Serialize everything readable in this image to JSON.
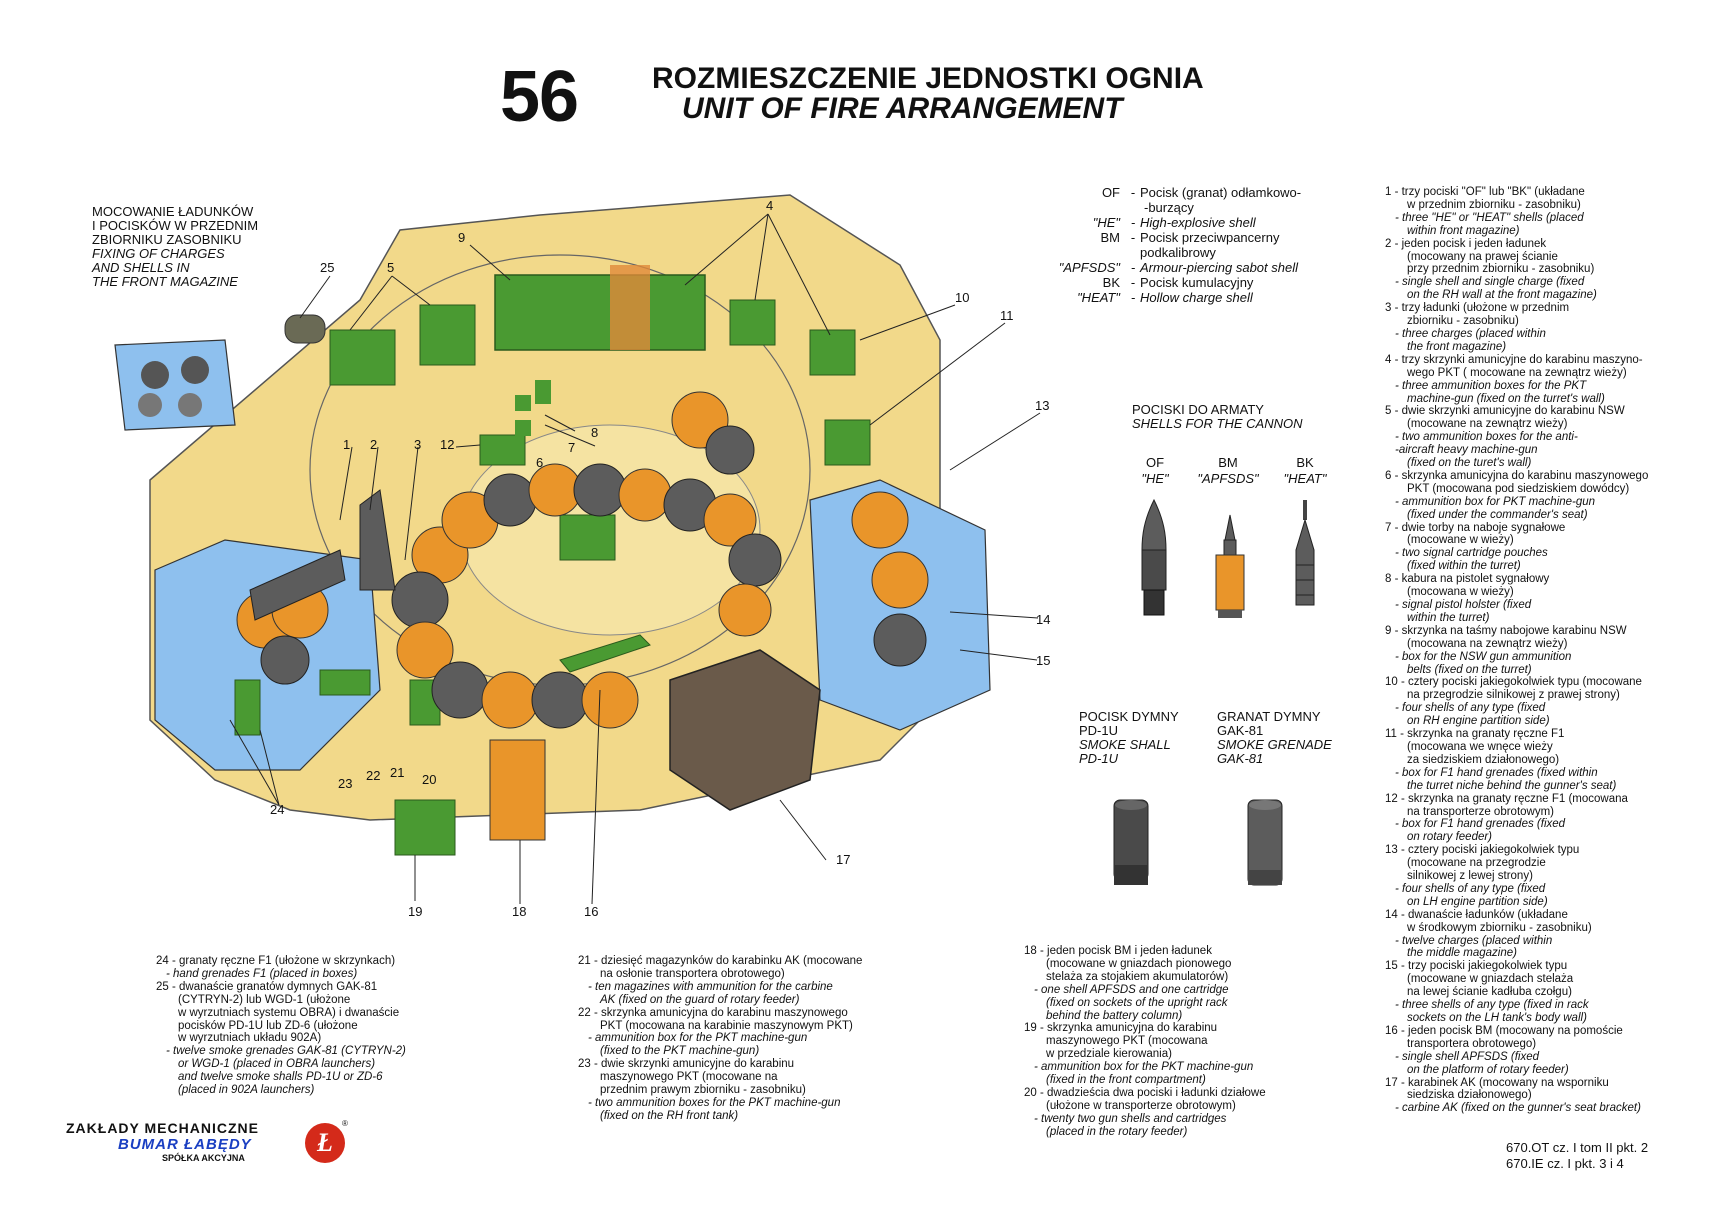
{
  "header": {
    "page_number": "56",
    "title_pl": "ROZMIESZCZENIE JEDNOSTKI OGNIA",
    "title_en": "UNIT OF FIRE ARRANGEMENT"
  },
  "front_magazine_caption": {
    "pl": [
      "MOCOWANIE ŁADUNKÓW",
      "I POCISKÓW W PRZEDNIM",
      "ZBIORNIKU ZASOBNIKU"
    ],
    "en": [
      "FIXING OF CHARGES",
      "AND SHELLS IN",
      "THE FRONT MAGAZINE"
    ]
  },
  "abbreviations": [
    {
      "key": "OF",
      "dash": "-",
      "text": [
        "Pocisk (granat) odłamkowo-",
        "-burzący"
      ],
      "italic": false
    },
    {
      "key": "\"HE\"",
      "dash": "-",
      "text": [
        "High-explosive shell"
      ],
      "italic": true
    },
    {
      "key": "BM",
      "dash": "-",
      "text": [
        "Pocisk przeciwpancerny",
        "podkalibrowy"
      ],
      "italic": false
    },
    {
      "key": "\"APFSDS\"",
      "dash": "-",
      "text": [
        "Armour-piercing sabot shell"
      ],
      "italic": true
    },
    {
      "key": "BK",
      "dash": "-",
      "text": [
        "Pocisk kumulacyjny"
      ],
      "italic": false
    },
    {
      "key": "\"HEAT\"",
      "dash": "-",
      "text": [
        "Hollow charge shell"
      ],
      "italic": true
    }
  ],
  "cannon_shells": {
    "title_pl": "POCISKI DO ARMATY",
    "title_en": "SHELLS FOR THE CANNON",
    "types": [
      {
        "pl": "OF",
        "en": "\"HE\""
      },
      {
        "pl": "BM",
        "en": "\"APFSDS\""
      },
      {
        "pl": "BK",
        "en": "\"HEAT\""
      }
    ]
  },
  "smoke": {
    "shell": {
      "pl": [
        "POCISK DYMNY",
        "PD-1U"
      ],
      "en": [
        "SMOKE SHALL",
        "PD-1U"
      ]
    },
    "grenade": {
      "pl": [
        "GRANAT DYMNY",
        "GAK-81"
      ],
      "en": [
        "SMOKE GRENADE",
        "GAK-81"
      ]
    }
  },
  "callouts": [
    "1",
    "2",
    "3",
    "4",
    "5",
    "6",
    "7",
    "8",
    "9",
    "10",
    "11",
    "12",
    "13",
    "14",
    "15",
    "16",
    "17",
    "18",
    "19",
    "20",
    "21",
    "22",
    "23",
    "24",
    "25"
  ],
  "legend_right": [
    [
      "1  - trzy pociski \"OF\" lub \"BK\" (układane",
      "w przednim zbiorniku - zasobniku)",
      "- three \"HE\" or \"HEAT\" shells (placed",
      "within front magazine)"
    ],
    [
      "2  - jeden pocisk i jeden ładunek",
      "(mocowany na prawej ścianie",
      "przy przednim zbiorniku - zasobniku)",
      "- single shell and single charge (fixed",
      "on the RH wall at the front magazine)"
    ],
    [
      "3  - trzy ładunki (ułożone w przednim",
      "zbiorniku - zasobniku)",
      "- three charges (placed within",
      "the front magazine)"
    ],
    [
      "4  - trzy skrzynki amunicyjne do karabinu maszyno-",
      "wego PKT ( mocowane na zewnątrz wieży)",
      "- three ammunition boxes for the PKT",
      "machine-gun (fixed on the turret's wall)"
    ],
    [
      "5  - dwie skrzynki amunicyjne do karabinu NSW",
      "(mocowane na zewnątrz wieży)",
      "- two ammunition boxes for the anti-",
      "-aircraft heavy machine-gun",
      "(fixed on the turet's wall)"
    ],
    [
      "6  - skrzynka amunicyjna do karabinu maszynowego",
      "PKT (mocowana pod siedziskiem dowódcy)",
      "- ammunition box for PKT machine-gun",
      "(fixed under the commander's seat)"
    ],
    [
      "7  - dwie torby na naboje sygnałowe",
      "(mocowane w wieży)",
      "- two signal cartridge pouches",
      "(fixed within the turret)"
    ],
    [
      "8  - kabura na pistolet sygnałowy",
      "(mocowana w wieży)",
      "- signal pistol holster (fixed",
      "within the turret)"
    ],
    [
      "9  - skrzynka na taśmy nabojowe karabinu NSW",
      "(mocowana na zewnątrz wieży)",
      "- box for the NSW gun ammunition",
      "belts (fixed on the turret)"
    ],
    [
      "10 - cztery pociski jakiegokolwiek typu (mocowane",
      "na przegrodzie silnikowej z prawej strony)",
      "- four shells of any type (fixed",
      "on RH engine partition side)"
    ],
    [
      "11 - skrzynka na granaty ręczne F1",
      "(mocowana we wnęce wieży",
      "za siedziskiem działonowego)",
      "- box for F1 hand grenades (fixed within",
      "the turret niche behind the gunner's seat)"
    ],
    [
      "12 - skrzynka na granaty ręczne F1 (mocowana",
      "na transporterze obrotowym)",
      "- box for F1 hand grenades (fixed",
      "on rotary feeder)"
    ],
    [
      "13 - cztery pociski jakiegokolwiek typu",
      "(mocowane na przegrodzie",
      "silnikowej z lewej strony)",
      "- four shells of any type (fixed",
      "on LH engine partition side)"
    ],
    [
      "14 - dwanaście ładunków (układane",
      "w środkowym zbiorniku - zasobniku)",
      "- twelve charges (placed within",
      "the middle magazine)"
    ],
    [
      "15 - trzy pociski jakiegokolwiek typu",
      "(mocowane w gniazdach stelaża",
      "na lewej ścianie kadłuba czołgu)",
      "- three shells of any type (fixed in rack",
      "sockets on the LH tank's body wall)"
    ],
    [
      "16 - jeden pocisk BM (mocowany na pomoście",
      "transportera obrotowego)",
      "- single shell APFSDS (fixed",
      "on the platform of rotary feeder)"
    ],
    [
      "17 - karabinek AK (mocowany na wsporniku",
      "siedziska działonowego)",
      "- carbine AK (fixed on the gunner's seat bracket)"
    ]
  ],
  "legend_bottom_1": [
    [
      "24 - granaty ręczne F1 (ułożone w skrzynkach)",
      "- hand grenades F1 (placed in boxes)"
    ],
    [
      "25 - dwanaście granatów dymnych GAK-81",
      "(CYTRYN-2) lub WGD-1 (ułożone",
      "w wyrzutniach systemu OBRA) i dwanaście",
      "pocisków PD-1U lub ZD-6 (ułożone",
      "w wyrzutniach układu 902A)",
      "- twelve smoke grenades GAK-81 (CYTRYN-2)",
      "or WGD-1 (placed in OBRA launchers)",
      "and twelve smoke shalls PD-1U or ZD-6",
      "(placed in 902A launchers)"
    ]
  ],
  "legend_bottom_2": [
    [
      "21 - dziesięć magazynków do karabinku AK (mocowane",
      "na osłonie transportera obrotowego)",
      "- ten magazines with ammunition for the carbine",
      "AK (fixed on the guard of rotary feeder)"
    ],
    [
      "22 - skrzynka amunicyjna do karabinu maszynowego",
      "PKT (mocowana na karabinie maszynowym PKT)",
      "- ammunition box for the PKT machine-gun",
      "(fixed to the PKT machine-gun)"
    ],
    [
      "23 - dwie skrzynki amunicyjne do karabinu",
      "maszynowego PKT (mocowane na",
      "przednim prawym zbiorniku - zasobniku)",
      "- two ammunition boxes for the PKT machine-gun",
      "(fixed on the RH front tank)"
    ]
  ],
  "legend_bottom_3": [
    [
      "18 - jeden pocisk BM i jeden ładunek",
      "(mocowane w gniazdach pionowego",
      "stelaża za stojakiem akumulatorów)",
      "- one shell APFSDS and one cartridge",
      "(fixed on sockets of the upright rack",
      "behind the battery column)"
    ],
    [
      "19 - skrzynka amunicyjna do karabinu",
      "maszynowego PKT (mocowana",
      "w przedziale kierowania)",
      "- ammunition box for the PKT machine-gun",
      "(fixed in the front compartment)"
    ],
    [
      "20 - dwadzieścia dwa pociski i ładunki działowe",
      "(ułożone w transporterze obrotowym)",
      "- twenty two gun shells and cartridges",
      "(placed in the rotary feeder)"
    ]
  ],
  "logo": {
    "line1": "ZAKŁADY MECHANICZNE",
    "line2": "BUMAR ŁABĘDY",
    "line3": "SPÓŁKA AKCYJNA",
    "letter": "Ł",
    "registered": "®"
  },
  "reference": [
    "670.OT cz. I tom II pkt. 2",
    "670.IE cz. I pkt. 3 i 4"
  ],
  "colors": {
    "hull": "#f2d98a",
    "blue": "#8ec0ee",
    "green": "#4a9a32",
    "orange": "#e9952a",
    "grey": "#5c5c5c"
  }
}
